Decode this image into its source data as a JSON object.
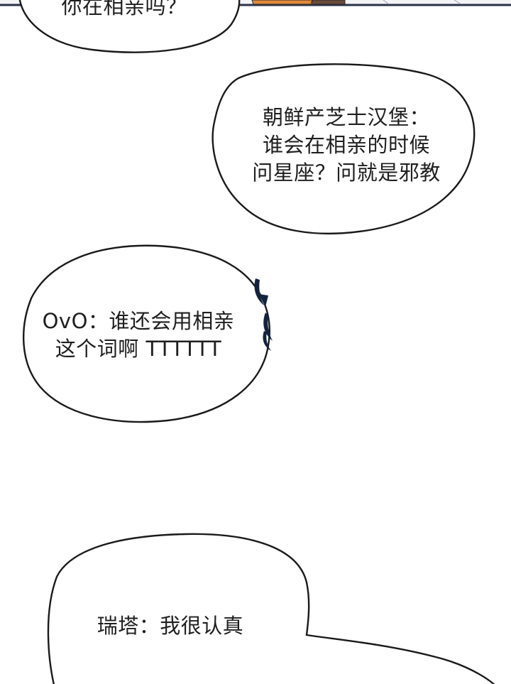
{
  "panel": {
    "top_bubble": {
      "lines": [
        "你在相亲吗？"
      ]
    },
    "bubble_2": {
      "lines": [
        "朝鲜产芝士汉堡：",
        "谁会在相亲的时候",
        "问星座？问就是邪教"
      ]
    },
    "bubble_3": {
      "lines": [
        "OvO：谁还会用相亲",
        "这个词啊 TTTTTT"
      ]
    },
    "bubble_4": {
      "lines": [
        "瑞塔：我很认真"
      ]
    }
  },
  "colors": {
    "outline": "#1a1a1a",
    "panel_frame": "#2b3247",
    "hair_orange": "#e08a3a",
    "shirt_brown": "#6a4a3a",
    "text": "#1f1f1f"
  }
}
